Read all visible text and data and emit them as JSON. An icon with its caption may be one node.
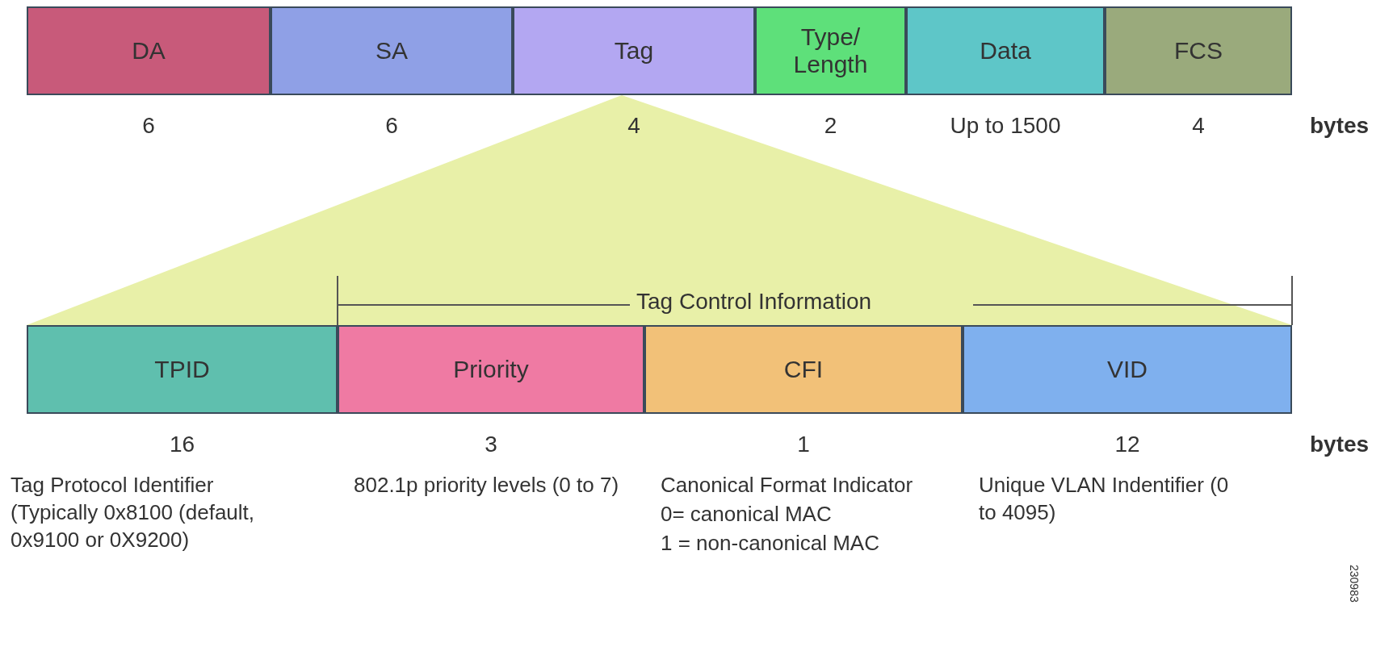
{
  "diagram": {
    "nodes": [
      {
        "text": [
          "DA"
        ],
        "beside": [
          "6"
        ]
      },
      {
        "text": [
          "SA"
        ],
        "beside": [
          "6"
        ]
      },
      {
        "text": [
          "Tag"
        ],
        "beside": [
          "4"
        ]
      },
      {
        "text": [
          "Type/ Length"
        ],
        "beside": [
          "2"
        ]
      },
      {
        "text": [
          "Data"
        ],
        "beside": [
          "Up to 1500"
        ]
      },
      {
        "text": [
          "FCS"
        ],
        "beside": [
          "4"
        ]
      },
      {
        "text": [
          "TPID"
        ],
        "beside": [
          "16",
          "Tag Protocol Identifier (Typically 0x8100 (default, 0x9100 or 0X9200)"
        ]
      },
      {
        "text": [
          "Priority"
        ],
        "beside": [
          "3",
          "802.1p priority levels (0 to 7)"
        ]
      },
      {
        "text": [
          "CFI"
        ],
        "beside": [
          "1",
          "Canonical Format Indicator",
          "0= canonical MAC",
          "1 = non-canonical MAC"
        ]
      },
      {
        "text": [
          "VID"
        ],
        "beside": [
          "12",
          "Unique VLAN Indentifier (0 to 4095)"
        ]
      }
    ],
    "edges": [],
    "labels": [
      "bytes",
      "Tag Control Information",
      "bytes",
      "230983"
    ]
  }
}
